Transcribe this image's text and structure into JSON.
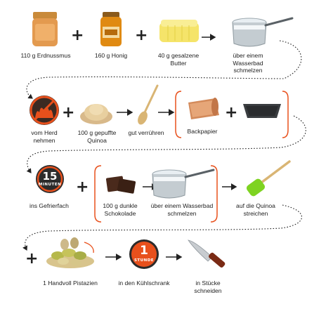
{
  "row1": {
    "peanut_butter": "110 g Erdnussmus",
    "honey": "160 g Honig",
    "butter": "40 g gesalzene Butter",
    "melt_water_bath": "über einem Wasserbad schmelzen"
  },
  "row2": {
    "remove_heat": "vom Herd nehmen",
    "quinoa": "100 g gepuffte Quinoa",
    "stir": "gut verrühren",
    "baking_paper": "Backpapier"
  },
  "row3": {
    "timer_number": "15",
    "timer_unit": "MINUTEN",
    "freezer": "ins Gefrierfach",
    "chocolate": "100 g dunkle Schokolade",
    "melt_water_bath": "über einem Wasserbad schmelzen",
    "spread": "auf die Quinoa streichen"
  },
  "row4": {
    "pistachios": "1 Handvoll Pistazien",
    "timer_number": "1",
    "timer_unit": "STUNDE",
    "fridge": "in den Kühlschrank",
    "cut": "in Stücke schneiden"
  },
  "symbols": {
    "plus": "+"
  },
  "colors": {
    "accent_orange": "#e8501c",
    "text": "#222222"
  }
}
